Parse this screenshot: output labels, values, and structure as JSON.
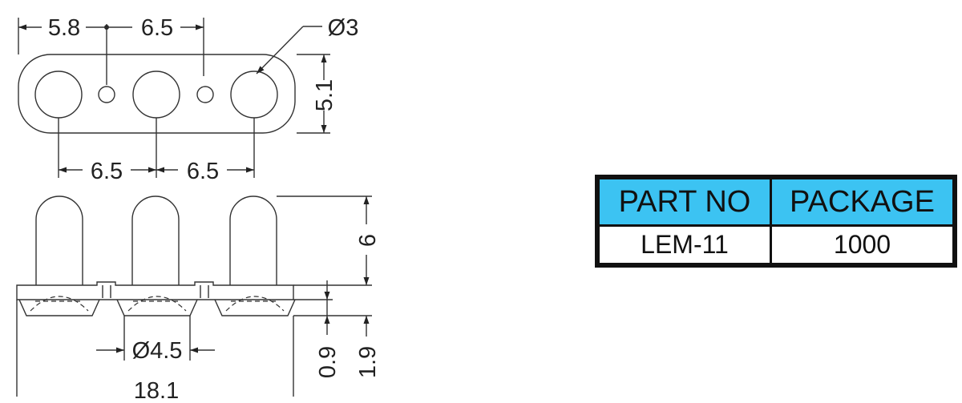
{
  "dimensions": {
    "top_left": "5.8",
    "top_pitch": "6.5",
    "hole_dia": "Ø3",
    "body_height": "5.1",
    "pitch_1": "6.5",
    "pitch_2": "6.5",
    "led_height": "6",
    "flange_thickness": "0.9",
    "base_height": "1.9",
    "lens_dia": "Ø4.5",
    "overall_length": "18.1"
  },
  "table": {
    "headers": [
      "PART NO",
      "PACKAGE"
    ],
    "row": [
      "LEM-11",
      "1000"
    ],
    "header_color": "#3cc3f2"
  }
}
